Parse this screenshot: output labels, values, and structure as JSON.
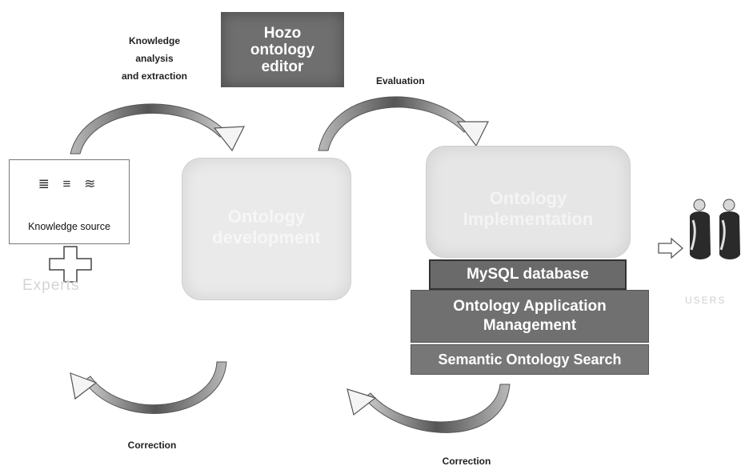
{
  "editor": {
    "label_line1": "Hozo",
    "label_line2": "ontology",
    "label_line3": "editor"
  },
  "labels": {
    "knowledge_line1": "Knowledge",
    "knowledge_line2": "analysis",
    "knowledge_line3": "and extraction",
    "evaluation": "Evaluation",
    "correction_left": "Correction",
    "correction_right": "Correction"
  },
  "knowledge_source": {
    "icons": "≣ ≡ ≋",
    "label": "Knowledge source"
  },
  "experts": {
    "label": "Experts"
  },
  "development": {
    "line1": "Ontology",
    "line2": "development"
  },
  "implementation": {
    "line1": "Ontology",
    "line2": "Implementation"
  },
  "stack": {
    "mysql": "MySQL database",
    "app_mgmt_line1": "Ontology Application",
    "app_mgmt_line2": "Management",
    "search": "Semantic Ontology Search"
  },
  "users": {
    "label": "USERS"
  },
  "colors": {
    "arrow_dark": "#4a4a4a",
    "arrow_light": "#cfcfcf",
    "box_dark": "#6f6f6f"
  }
}
